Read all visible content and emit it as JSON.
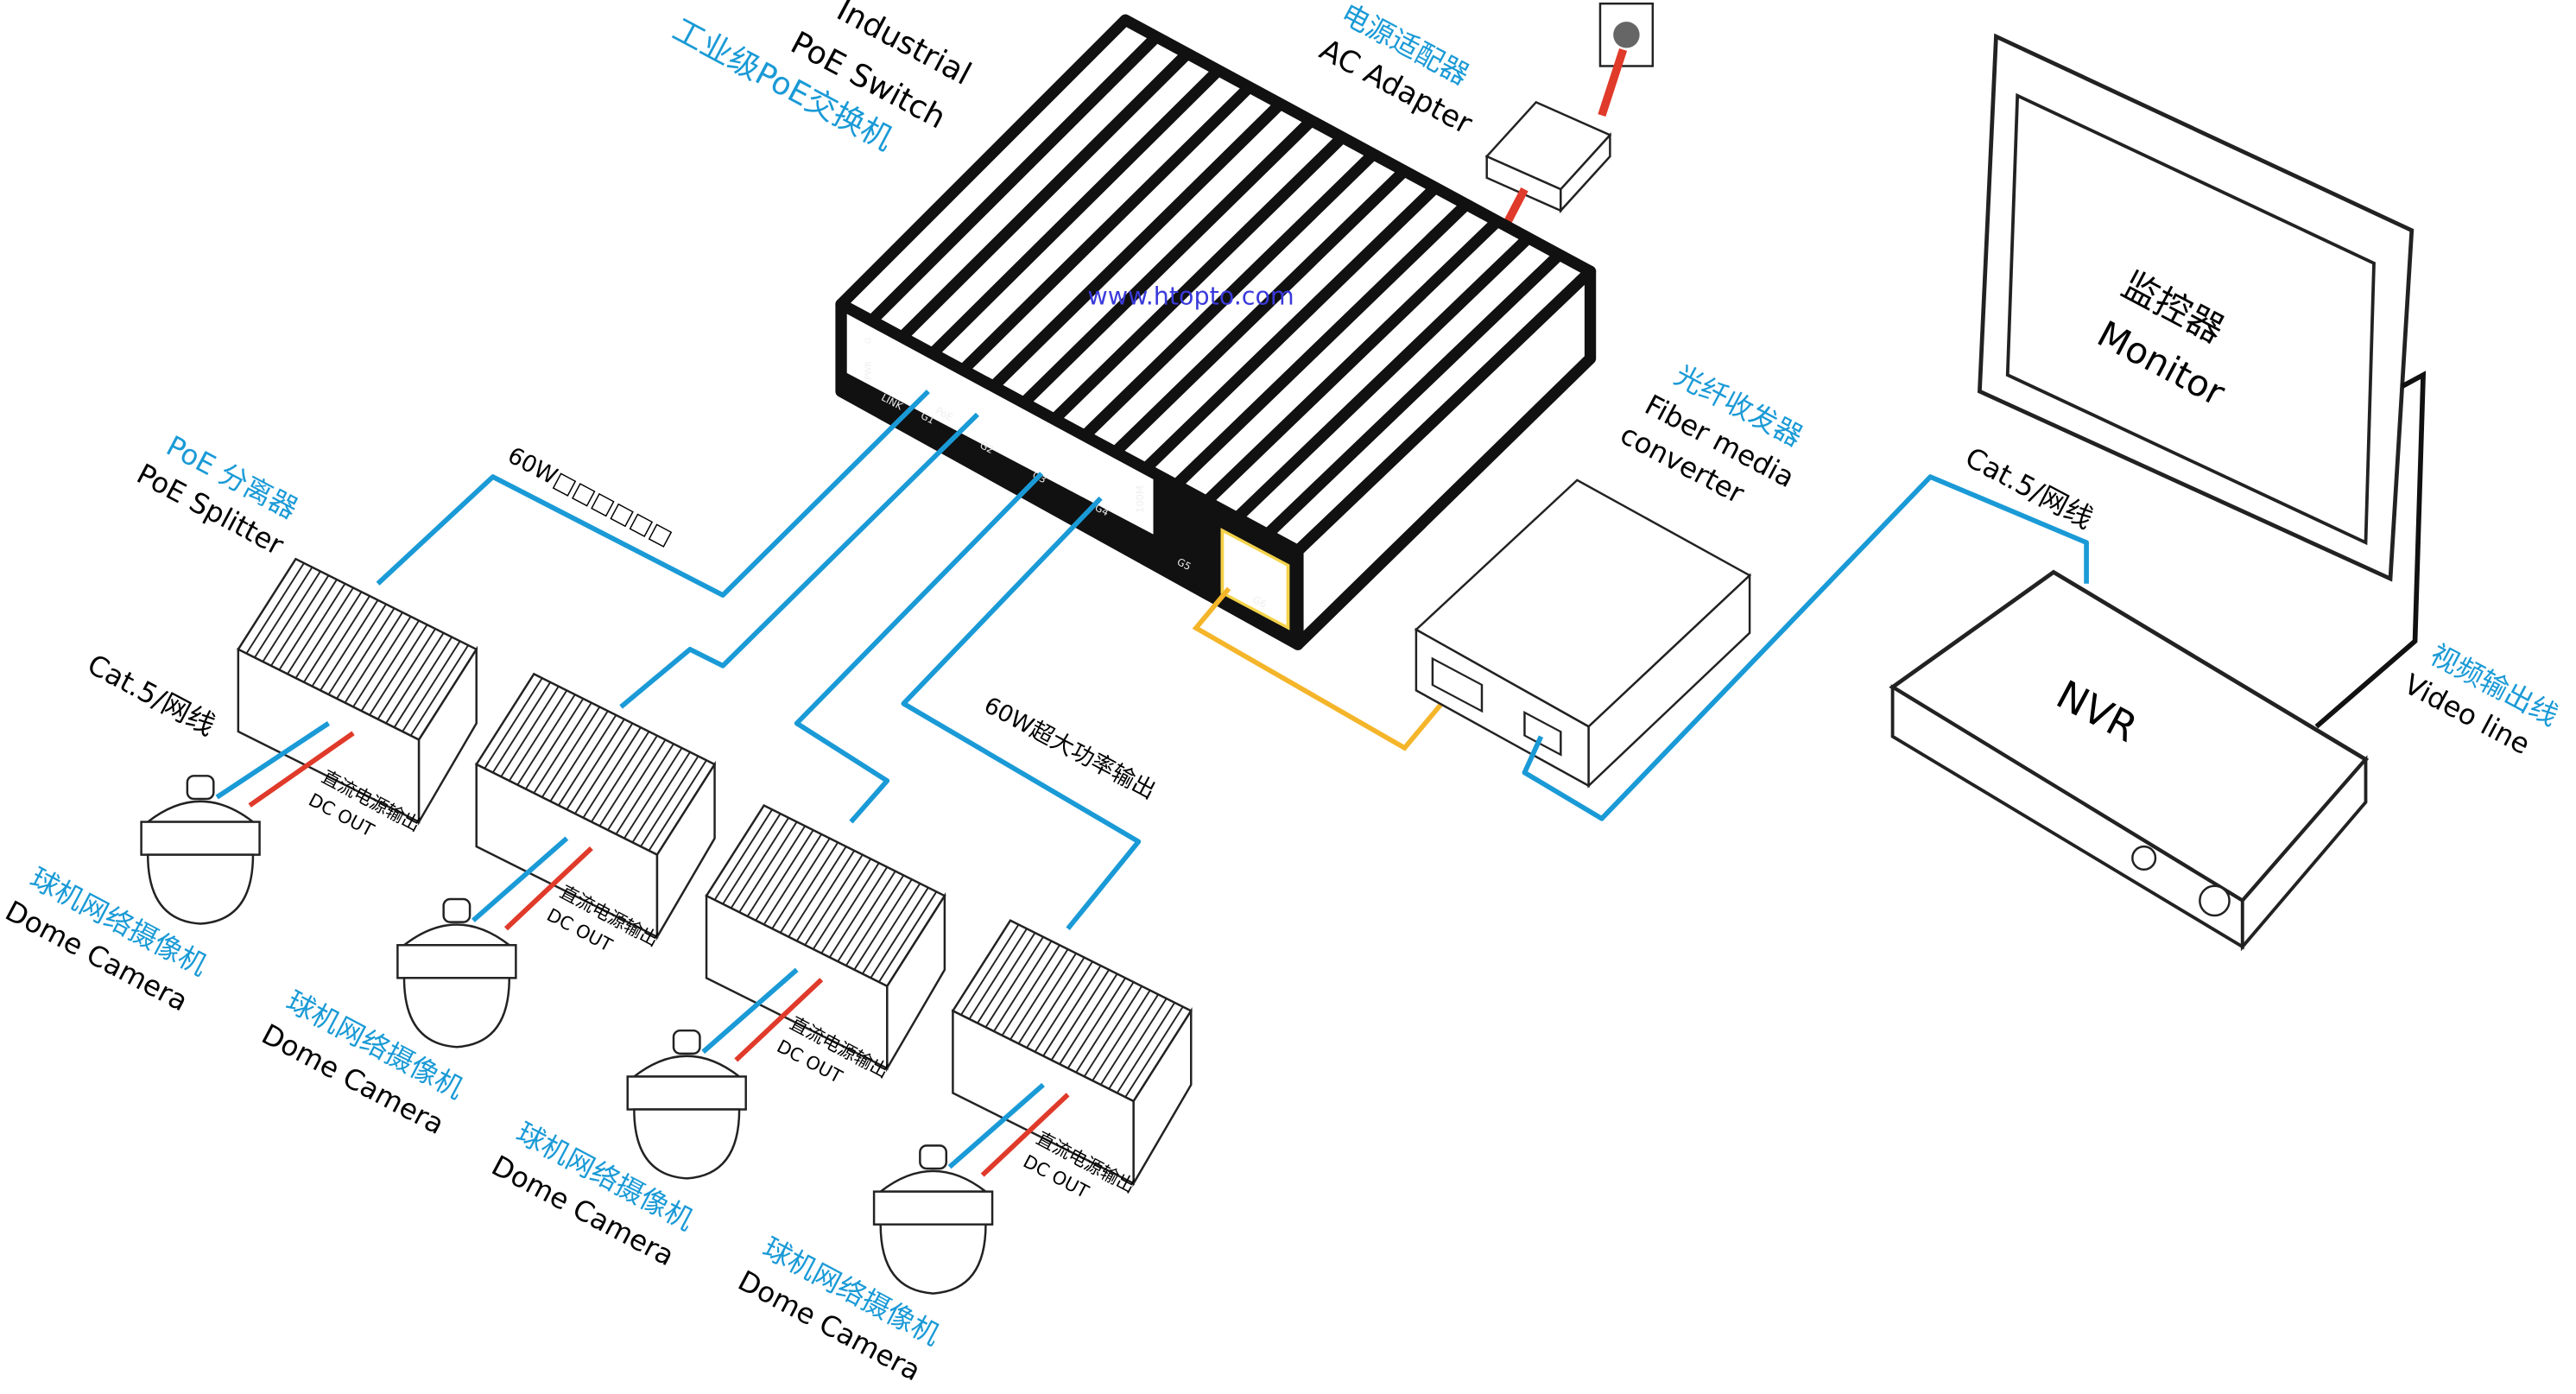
{
  "switch": {
    "en_line1": "Industrial",
    "en_line2": "PoE Switch",
    "cn": "工业级PoE交换机",
    "watermark": "www.htopto.com",
    "ports": [
      "G1",
      "G2",
      "G3",
      "G4",
      "G5",
      "G6"
    ],
    "led_link": "LINK",
    "led_poe": "PoE",
    "led_pwr": "PWR",
    "led_g": "G",
    "speed": "100M"
  },
  "adapter": {
    "cn": "电源适配器",
    "en": "AC Adapter"
  },
  "splitter": {
    "cn": "PoE 分离器",
    "en": "PoE Splitter"
  },
  "power_label": "60W□□□□□□",
  "cable_label": "Cat.5/网线",
  "output_label": "60W超大功率输出",
  "dc_out": {
    "cn": "直流电源输出",
    "en": "DC OUT"
  },
  "camera": {
    "cn": "球机网络摄像机",
    "en": "Dome Camera"
  },
  "fiber": {
    "cn": "光纤收发器",
    "en_line1": "Fiber media",
    "en_line2": "converter"
  },
  "nvr_cable_label": "Cat.5/网线",
  "monitor": {
    "cn": "监控器",
    "en": "Monitor"
  },
  "nvr": {
    "label": "NVR"
  },
  "video": {
    "cn": "视频输出线",
    "en": "Video line"
  },
  "colors": {
    "ethernet": "#1a9ad6",
    "power": "#e03a2a",
    "fiber": "#f4b52a",
    "label_cn": "#1a9ad6",
    "watermark": "#3a3adc"
  }
}
